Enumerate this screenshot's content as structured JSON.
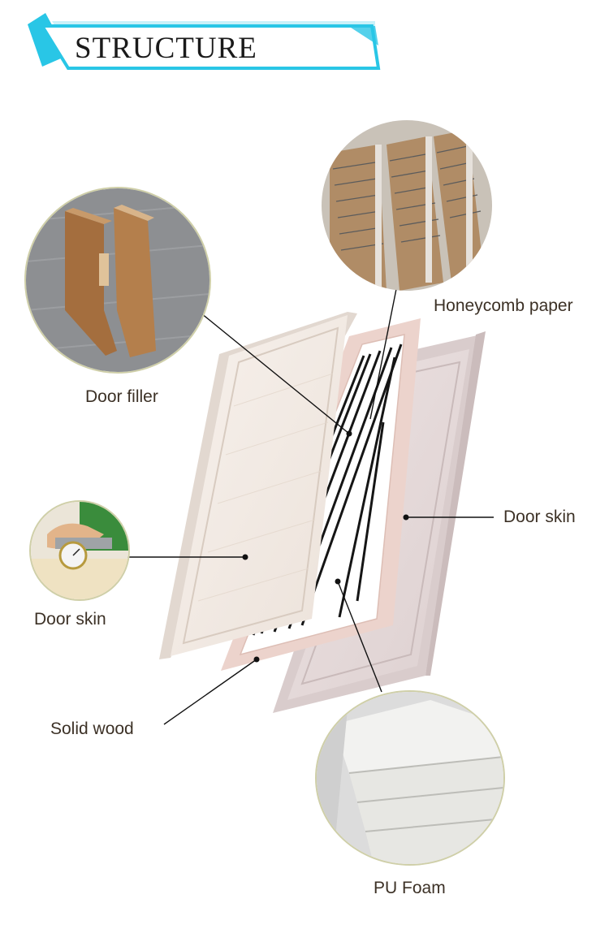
{
  "title": "STRUCTURE",
  "colors": {
    "banner_accent": "#29c6e6",
    "label_text": "#3c3126",
    "leader_line": "#111111",
    "door_skin_front": "#f4ece6",
    "door_skin_back": "#e6dbdb",
    "frame": "#ecd3cc"
  },
  "labels": {
    "honeycomb": "Honeycomb paper",
    "door_filler": "Door filler",
    "door_skin_right": "Door skin",
    "door_skin_left": "Door skin",
    "solid_wood": "Solid wood",
    "pu_foam": "PU Foam"
  },
  "photos": [
    {
      "name": "door-filler-photo",
      "subject": "two wooden door filler blocks"
    },
    {
      "name": "honeycomb-photo",
      "subject": "honeycomb paper core"
    },
    {
      "name": "door-skin-photo",
      "subject": "caliper measuring door skin thickness"
    },
    {
      "name": "pu-foam-photo",
      "subject": "stacked PU foam boards"
    }
  ]
}
